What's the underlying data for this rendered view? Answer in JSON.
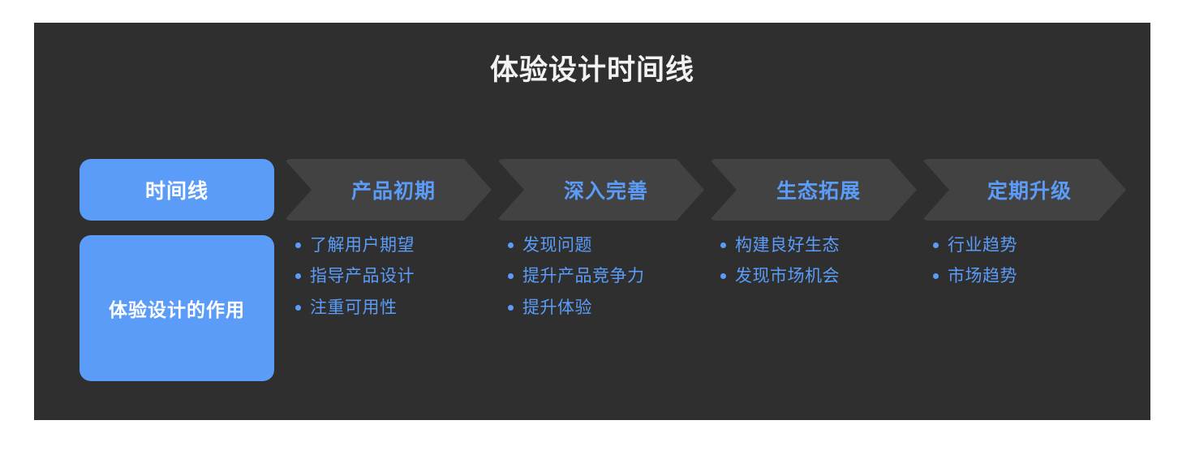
{
  "theme": {
    "page_background": "#ffffff",
    "card_background": "#2f2f2f",
    "accent_blue": "#5b9cf8",
    "chevron_gray": "#424242",
    "title_color": "#f2f2f2"
  },
  "title": "体验设计时间线",
  "stage_row": {
    "header_label": "时间线",
    "stages": [
      {
        "label": "产品初期"
      },
      {
        "label": "深入完善"
      },
      {
        "label": "生态拓展"
      },
      {
        "label": "定期升级"
      }
    ]
  },
  "role_row": {
    "header_label": "体验设计的作用",
    "columns": [
      {
        "items": [
          "了解用户期望",
          "指导产品设计",
          "注重可用性"
        ]
      },
      {
        "items": [
          "发现问题",
          "提升产品竞争力",
          "提升体验"
        ]
      },
      {
        "items": [
          "构建良好生态",
          "发现市场机会"
        ]
      },
      {
        "items": [
          "行业趋势",
          "市场趋势"
        ]
      }
    ]
  }
}
